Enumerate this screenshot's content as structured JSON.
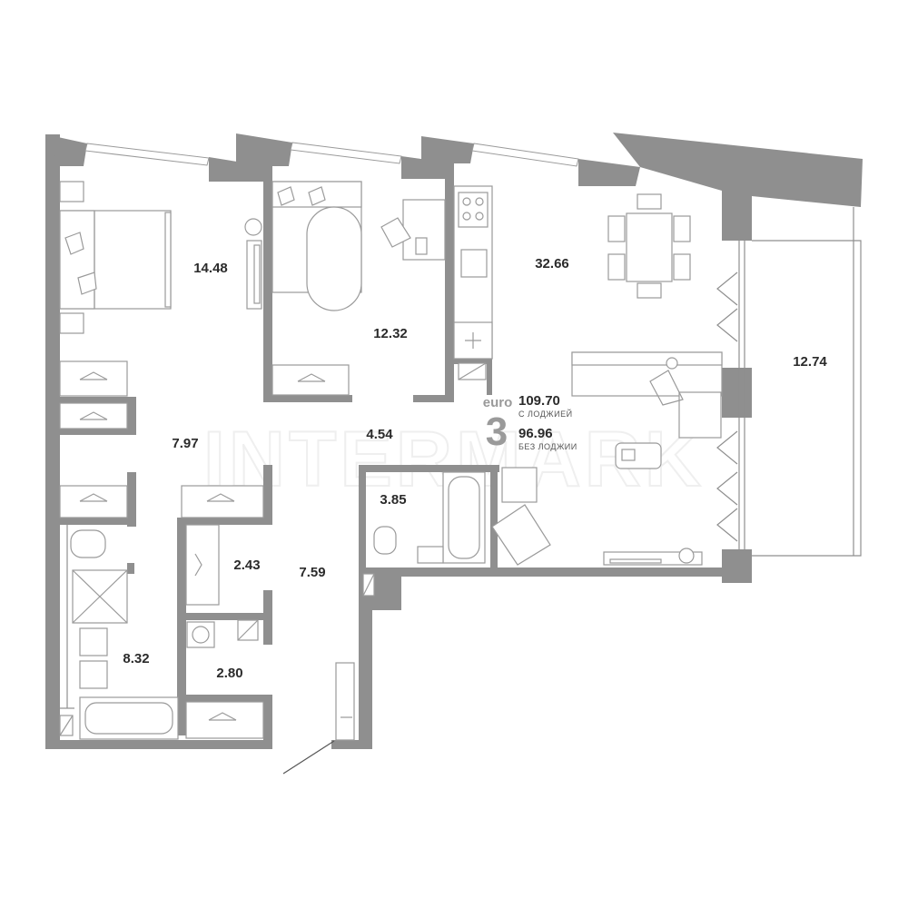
{
  "watermark": "INTERMARK",
  "summary": {
    "class_label": "euro",
    "rooms": "3",
    "total_area": "109.70",
    "total_caption": "С ЛОДЖИЕЙ",
    "living_area": "96.96",
    "living_caption": "БЕЗ ЛОДЖИИ"
  },
  "rooms": {
    "bedroom_1": "14.48",
    "bedroom_2": "12.32",
    "kitchen_living": "32.66",
    "loggia": "12.74",
    "hall": "4.54",
    "corridor_left": "7.97",
    "bathroom_small": "3.85",
    "wardrobe": "2.43",
    "corridor_entry": "7.59",
    "bathroom_large": "8.32",
    "laundry": "2.80"
  },
  "colors": {
    "wall": "#8f8f8f",
    "text": "#2b2b2b"
  }
}
